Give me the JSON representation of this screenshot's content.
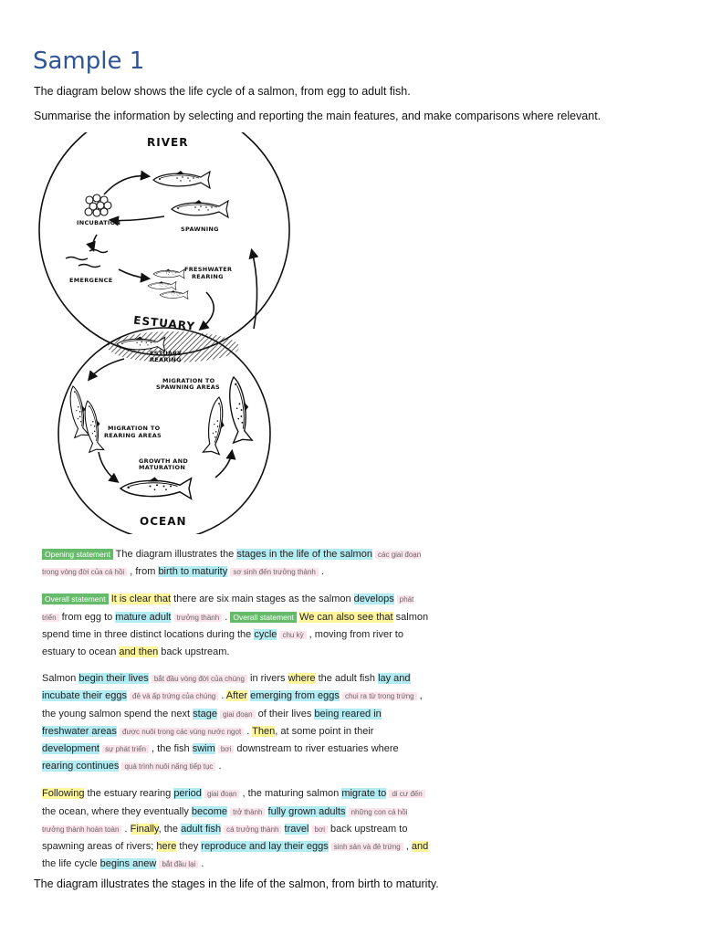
{
  "title": "Sample 1",
  "prompt_line1": "The diagram below shows the life cycle of a salmon, from egg to adult fish.",
  "prompt_line2": "Summarise the information by selecting and reporting the main features, and make comparisons where relevant.",
  "diagram": {
    "river": "RIVER",
    "estuary": "ESTUARY",
    "ocean": "OCEAN",
    "incubation": "INCUBATION",
    "spawning": "SPAWNING",
    "emergence": "EMERGENCE",
    "freshwater_1": "FRESHWATER",
    "freshwater_2": "REARING",
    "estuary_rearing_1": "ESTUARY",
    "estuary_rearing_2": "REARING",
    "migration_spawning_1": "MIGRATION TO",
    "migration_spawning_2": "SPAWNING AREAS",
    "migration_rearing_1": "MIGRATION TO",
    "migration_rearing_2": "REARING AREAS",
    "growth_1": "GROWTH AND",
    "growth_2": "MATURATION"
  },
  "essay": {
    "p1": [
      {
        "t": "Opening statement",
        "s": "g"
      },
      {
        "t": " The diagram illustrates the "
      },
      {
        "t": "stages in the life of the salmon",
        "s": "c"
      },
      {
        "t": " "
      },
      {
        "t": "các giai đoạn trong vòng đời của cá hồi",
        "s": "p"
      },
      {
        "t": " , from "
      },
      {
        "t": "birth to maturity",
        "s": "c"
      },
      {
        "t": " "
      },
      {
        "t": "sơ sinh đến trưởng thành",
        "s": "p"
      },
      {
        "t": " ."
      }
    ],
    "p2": [
      {
        "t": "Overall statement",
        "s": "g"
      },
      {
        "t": " "
      },
      {
        "t": "It is clear that",
        "s": "y"
      },
      {
        "t": " there are six main stages as the salmon "
      },
      {
        "t": "develops",
        "s": "c"
      },
      {
        "t": " "
      },
      {
        "t": "phát triển",
        "s": "p"
      },
      {
        "t": " from egg to "
      },
      {
        "t": "mature adult",
        "s": "c"
      },
      {
        "t": " "
      },
      {
        "t": "trưởng thành",
        "s": "p"
      },
      {
        "t": " . "
      },
      {
        "t": "Overall statement",
        "s": "g"
      },
      {
        "t": " "
      },
      {
        "t": "We can also see that",
        "s": "y"
      },
      {
        "t": " salmon spend time in three distinct locations during the "
      },
      {
        "t": "cycle",
        "s": "c"
      },
      {
        "t": " "
      },
      {
        "t": "chu kỳ",
        "s": "p"
      },
      {
        "t": " , moving from river to estuary to ocean "
      },
      {
        "t": "and then",
        "s": "y"
      },
      {
        "t": " back upstream."
      }
    ],
    "p3": [
      {
        "t": "Salmon "
      },
      {
        "t": "begin their lives",
        "s": "c"
      },
      {
        "t": " "
      },
      {
        "t": "bắt đầu vòng đời của chúng",
        "s": "p"
      },
      {
        "t": " in rivers "
      },
      {
        "t": "where",
        "s": "y"
      },
      {
        "t": " the adult fish "
      },
      {
        "t": "lay and incubate their eggs",
        "s": "c"
      },
      {
        "t": " "
      },
      {
        "t": "đẻ và ấp trứng của chúng",
        "s": "p"
      },
      {
        "t": " . "
      },
      {
        "t": "After",
        "s": "y"
      },
      {
        "t": " "
      },
      {
        "t": "emerging from eggs",
        "s": "c"
      },
      {
        "t": " "
      },
      {
        "t": "chui ra từ trong trứng",
        "s": "p"
      },
      {
        "t": " , the young salmon spend the next "
      },
      {
        "t": "stage",
        "s": "c"
      },
      {
        "t": " "
      },
      {
        "t": "giai đoạn",
        "s": "p"
      },
      {
        "t": " of their lives "
      },
      {
        "t": "being reared in freshwater areas",
        "s": "c"
      },
      {
        "t": " "
      },
      {
        "t": "được nuôi trong các vùng nước ngọt",
        "s": "p"
      },
      {
        "t": " . "
      },
      {
        "t": "Then",
        "s": "y"
      },
      {
        "t": ", at some point in their "
      },
      {
        "t": "development",
        "s": "c"
      },
      {
        "t": " "
      },
      {
        "t": "sự phát triển",
        "s": "p"
      },
      {
        "t": " , the fish "
      },
      {
        "t": "swim",
        "s": "c"
      },
      {
        "t": " "
      },
      {
        "t": "bơi",
        "s": "p"
      },
      {
        "t": " downstream to river estuaries where "
      },
      {
        "t": "rearing continues",
        "s": "c"
      },
      {
        "t": " "
      },
      {
        "t": "quá trình nuôi nấng tiếp tục",
        "s": "p"
      },
      {
        "t": " ."
      }
    ],
    "p4": [
      {
        "t": "Following",
        "s": "y"
      },
      {
        "t": " the estuary rearing "
      },
      {
        "t": "period",
        "s": "c"
      },
      {
        "t": " "
      },
      {
        "t": "giai đoạn",
        "s": "p"
      },
      {
        "t": " , the maturing salmon "
      },
      {
        "t": "migrate to",
        "s": "c"
      },
      {
        "t": " "
      },
      {
        "t": "di cư đến",
        "s": "p"
      },
      {
        "t": " the ocean, where they eventually "
      },
      {
        "t": "become",
        "s": "c"
      },
      {
        "t": " "
      },
      {
        "t": "trở thành",
        "s": "p"
      },
      {
        "t": " "
      },
      {
        "t": "fully grown adults",
        "s": "c"
      },
      {
        "t": " "
      },
      {
        "t": "những con cá hồi trưởng thành hoàn toàn",
        "s": "p"
      },
      {
        "t": " . "
      },
      {
        "t": "Finally",
        "s": "y"
      },
      {
        "t": ", the "
      },
      {
        "t": "adult fish",
        "s": "c"
      },
      {
        "t": " "
      },
      {
        "t": "cá trưởng thành",
        "s": "p"
      },
      {
        "t": " "
      },
      {
        "t": "travel",
        "s": "c"
      },
      {
        "t": " "
      },
      {
        "t": "bơi",
        "s": "p"
      },
      {
        "t": " back upstream to spawning areas of rivers; "
      },
      {
        "t": "here",
        "s": "y"
      },
      {
        "t": " they "
      },
      {
        "t": "reproduce and lay their eggs",
        "s": "c"
      },
      {
        "t": " "
      },
      {
        "t": "sinh sản và đẻ trứng",
        "s": "p"
      },
      {
        "t": " , "
      },
      {
        "t": "and",
        "s": "y"
      },
      {
        "t": " the life cycle "
      },
      {
        "t": "begins anew",
        "s": "c"
      },
      {
        "t": " "
      },
      {
        "t": "bắt đầu lại",
        "s": "p"
      },
      {
        "t": " ."
      }
    ]
  },
  "footer": "The diagram illustrates the stages in the life of the salmon, from birth to maturity."
}
